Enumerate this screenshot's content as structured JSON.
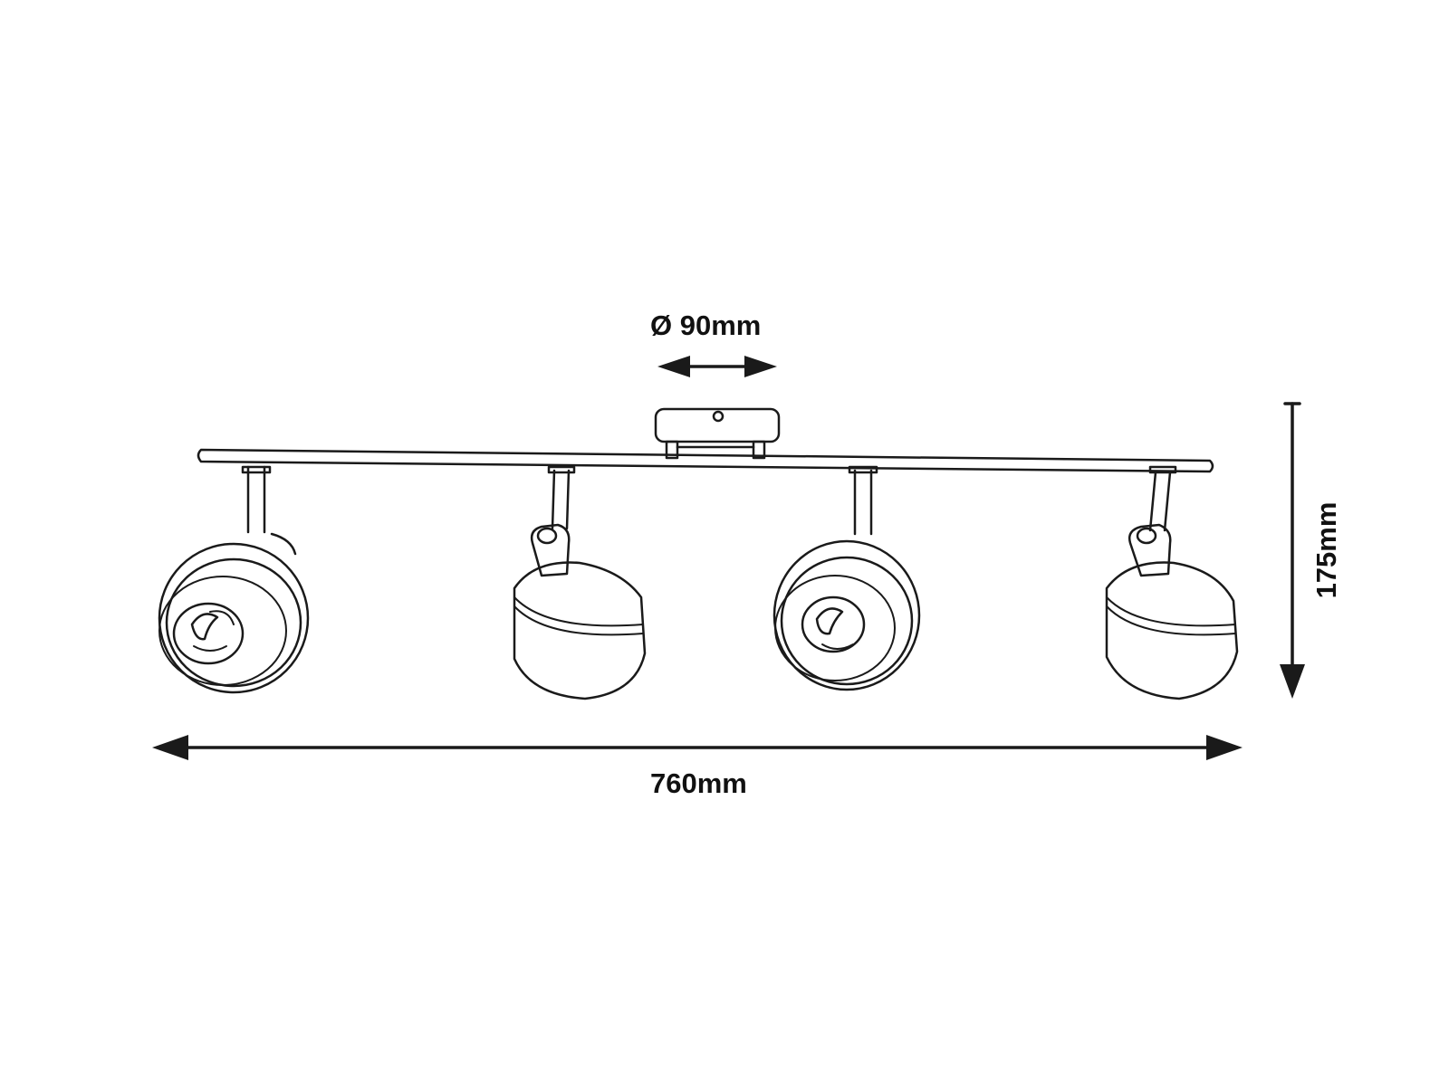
{
  "dimensions": {
    "diameter": "Ø 90mm",
    "width": "760mm",
    "height": "175mm"
  },
  "colors": {
    "line": "#1a1a1a",
    "background": "#ffffff"
  }
}
